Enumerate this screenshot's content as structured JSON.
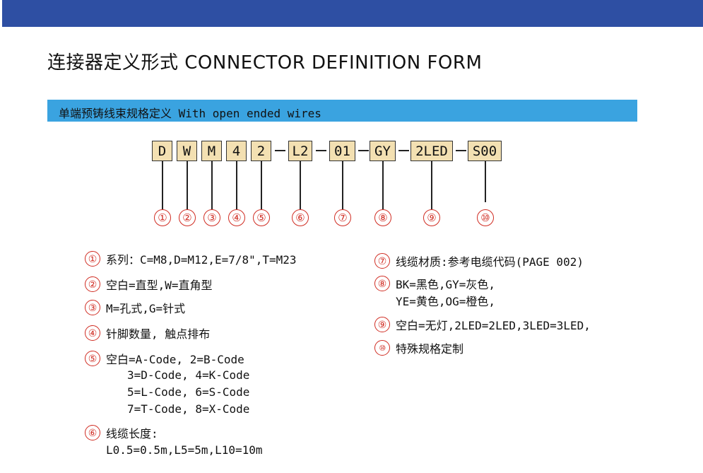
{
  "page": {
    "title": "连接器定义形式 CONNECTOR DEFINITION FORM",
    "section_title": "单端预铸线束规格定义 With open ended wires"
  },
  "code_boxes": [
    "D",
    "W",
    "M",
    "4",
    "2",
    "L2",
    "01",
    "GY",
    "2LED",
    "S00"
  ],
  "dashes": [
    "-",
    "-",
    "-",
    "-",
    "-"
  ],
  "markers": [
    "①",
    "②",
    "③",
    "④",
    "⑤",
    "⑥",
    "⑦",
    "⑧",
    "⑨",
    "⑩"
  ],
  "legend": {
    "left": [
      {
        "marker": "①",
        "text": "系列：C=M8,D=M12,E=7/8\",T=M23"
      },
      {
        "marker": "②",
        "text": "空白=直型,W=直角型"
      },
      {
        "marker": "③",
        "text": "M=孔式,G=针式"
      },
      {
        "marker": "④",
        "text": "针脚数量, 触点排布"
      },
      {
        "marker": "⑤",
        "text": "空白=A-Code, 2=B-Code",
        "sub": [
          "3=D-Code, 4=K-Code",
          "5=L-Code, 6=S-Code",
          "7=T-Code, 8=X-Code"
        ]
      },
      {
        "marker": "⑥",
        "text": "线缆长度:",
        "sub": [
          "L0.5=0.5m,L5=5m,L10=10m"
        ]
      }
    ],
    "right": [
      {
        "marker": "⑦",
        "text": "线缆材质:参考电缆代码(PAGE 002)"
      },
      {
        "marker": "⑧",
        "text": "BK=黑色,GY=灰色,",
        "sub": [
          "YE=黄色,OG=橙色,"
        ]
      },
      {
        "marker": "⑨",
        "text": "空白=无灯,2LED=2LED,3LED=3LED,"
      },
      {
        "marker": "⑩",
        "text": "特殊规格定制"
      }
    ]
  },
  "colors": {
    "top_bar": "#2e4fa3",
    "section_bar": "#3aa3e0",
    "box_fill": "#f3e0b2",
    "marker": "#d02c22"
  }
}
